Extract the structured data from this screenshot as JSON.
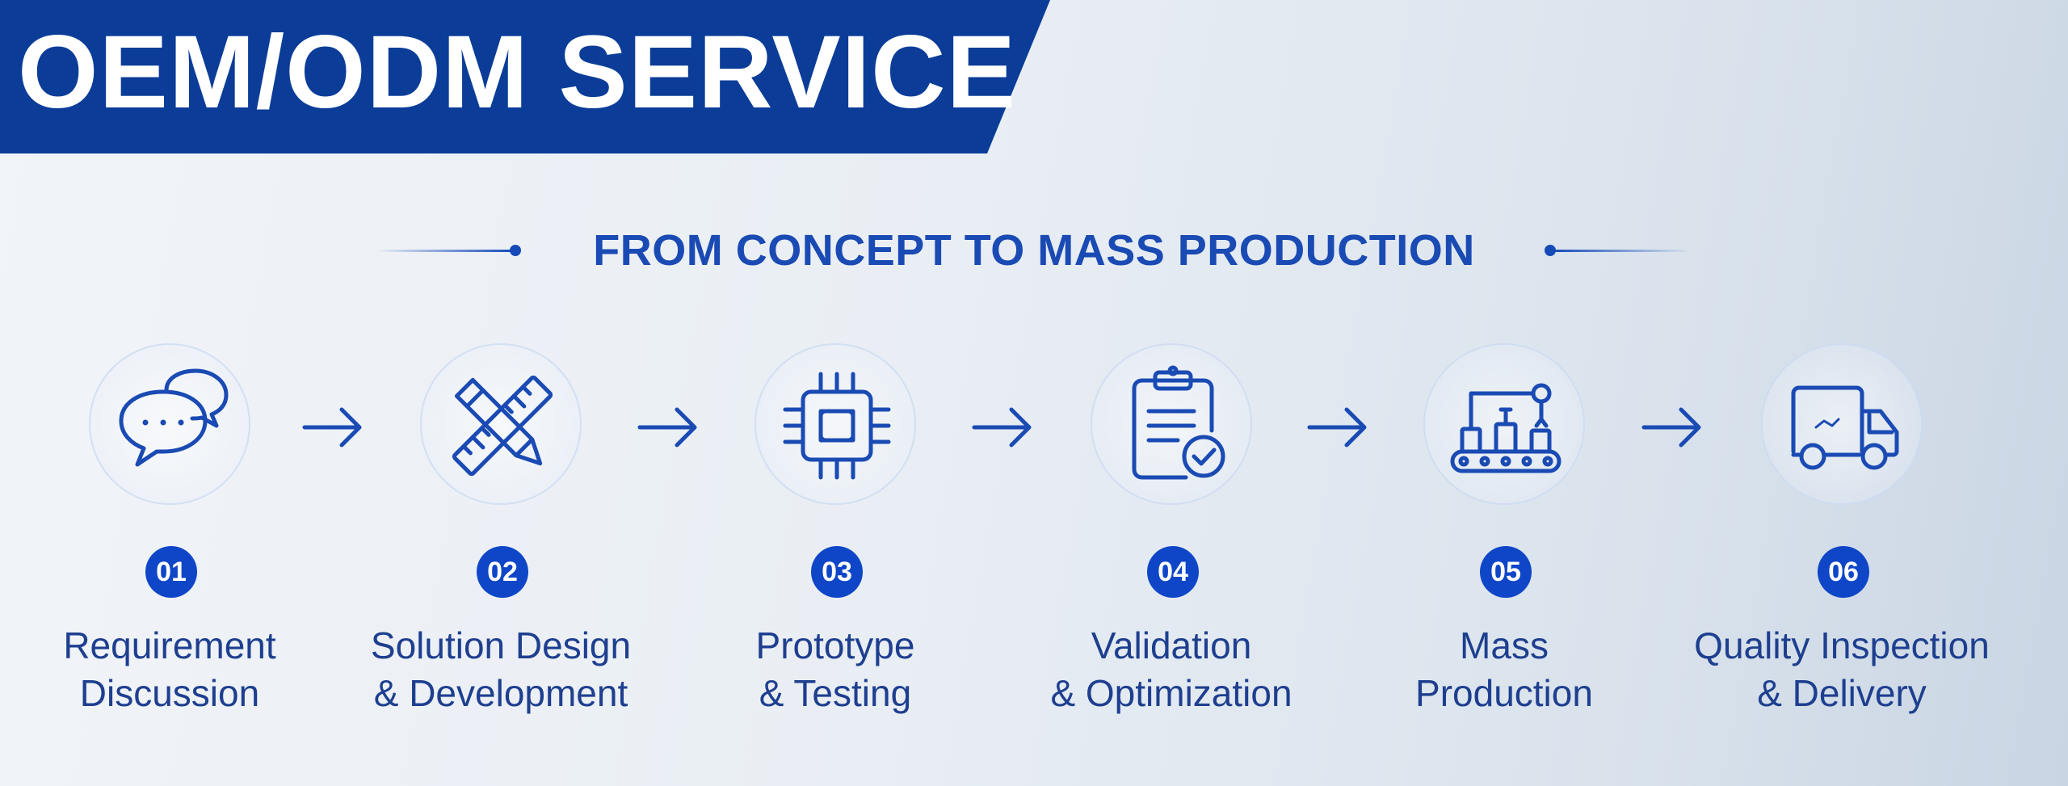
{
  "header": {
    "title": "OEM/ODM SERVICE"
  },
  "subtitle": "FROM CONCEPT TO MASS PRODUCTION",
  "colors": {
    "brand_blue": "#0b3d98",
    "accent_blue": "#0f46c8",
    "text_blue": "#1e3f8f"
  },
  "steps": [
    {
      "number": "01",
      "icon": "chat-bubbles-icon",
      "label_line1": "Requirement",
      "label_line2": "Discussion"
    },
    {
      "number": "02",
      "icon": "pencil-ruler-icon",
      "label_line1": "Solution Design",
      "label_line2": "& Development"
    },
    {
      "number": "03",
      "icon": "chip-icon",
      "label_line1": "Prototype",
      "label_line2": "& Testing"
    },
    {
      "number": "04",
      "icon": "clipboard-check-icon",
      "label_line1": "Validation",
      "label_line2": "& Optimization"
    },
    {
      "number": "05",
      "icon": "conveyor-robot-icon",
      "label_line1": "Mass",
      "label_line2": "Production"
    },
    {
      "number": "06",
      "icon": "delivery-truck-icon",
      "label_line1": "Quality Inspection",
      "label_line2": "& Delivery"
    }
  ]
}
